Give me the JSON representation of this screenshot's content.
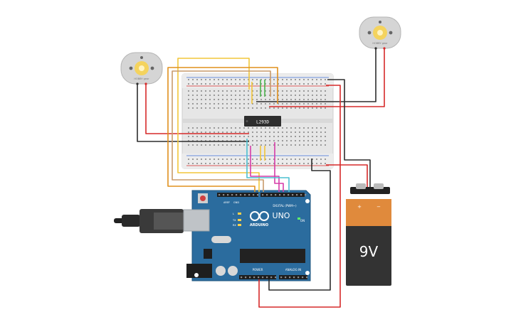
{
  "motors": [
    {
      "label": "HOBBY gear"
    },
    {
      "label": "HOBBY gear"
    }
  ],
  "chip": {
    "label": "L293D"
  },
  "board": {
    "brand": "ARDUINO",
    "model": "UNO",
    "digital_label": "DIGITAL (PWM~)",
    "power_label": "POWER",
    "analog_label": "ANALOG IN",
    "on_label": "ON",
    "tx_label": "TX",
    "rx_label": "RX",
    "l_label": "L",
    "aref_label": "AREF",
    "gnd_label": "GND"
  },
  "battery": {
    "voltage": "9V",
    "plus": "+",
    "minus": "−"
  },
  "colors": {
    "board": "#2b6c9e",
    "breadboard": "#e8e8e8",
    "battery_top": "#e08a3c",
    "battery_body": "#333333",
    "wire_red": "#d62a2a",
    "wire_black": "#2d2d2d",
    "wire_yellow": "#f2c63a",
    "wire_orange": "#e0901d",
    "wire_green": "#4cb34c",
    "wire_pink": "#d63ca8",
    "wire_cyan": "#4cc0d0",
    "wire_tan": "#c89a6a"
  }
}
